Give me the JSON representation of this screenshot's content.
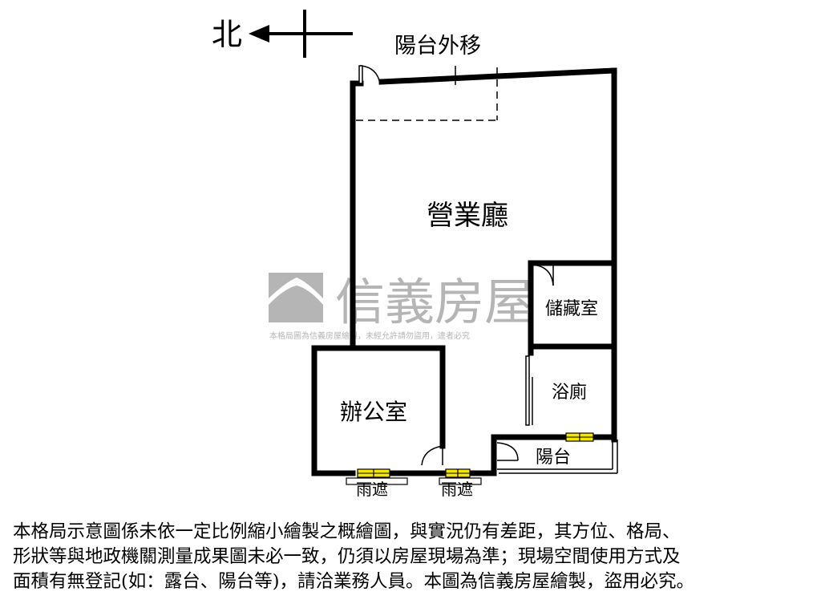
{
  "compass": {
    "north_label": "北"
  },
  "rooms": {
    "balcony_moved_out": "陽台外移",
    "sales_hall": "營業廳",
    "storage_room": "儲藏室",
    "bathroom": "浴廁",
    "office": "辦公室",
    "balcony": "陽台",
    "canopy_left": "雨遮",
    "canopy_right": "雨遮"
  },
  "watermark": {
    "brand": "信義房屋",
    "notice": "本格局圖為信義房屋繪製，未經允許請勿盜用，違者必究"
  },
  "disclaimer": "本格局示意圖係未依一定比例縮小繪製之概繪圖，與實況仍有差距，其方位、格局、\n形狀等與地政機關測量成果圖未必一致，仍須以房屋現場為準；現場空間使用方式及\n面積有無登記(如：露台、陽台等)，請洽業務人員。本圖為信義房屋繪製，盜用必究。",
  "colors": {
    "wall": "#000000",
    "window_fill": "#f5e600",
    "watermark": "#b5b5b5"
  }
}
